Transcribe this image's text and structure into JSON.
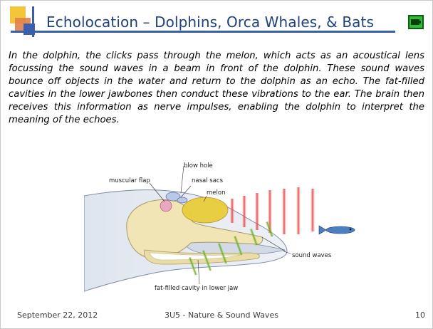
{
  "slide": {
    "title": "Echolocation – Dolphins, Orca Whales, & Bats",
    "body": "In the dolphin, the clicks pass through the melon, which acts as an acoustical lens focussing the sound waves in a beam in front of the dolphin.  These sound waves bounce off objects in the water and return to the dolphin as an echo.  The fat-filled cavities in the lower jawbones then conduct these vibrations to the ear.   The brain then receives this information as nerve impulses, enabling the dolphin to interpret the meaning of the echoes.",
    "sound_icon": "speaker-icon"
  },
  "diagram": {
    "labels": {
      "blow_hole": "blow hole",
      "muscular_flap": "muscular flap",
      "nasal_sacs": "nasal sacs",
      "melon": "melon",
      "sound_waves": "sound waves",
      "fat_cavity": "fat-filled cavity in lower jaw"
    }
  },
  "footer": {
    "date": "September 22, 2012",
    "course": "3U5 - Nature & Sound Waves",
    "page_number": "10"
  },
  "colors": {
    "title": "#20417f",
    "accent_blue": "#3b5ea9",
    "accent_yellow": "#f3c63a",
    "accent_orange": "#e1814a",
    "sound_green": "#2fbd36"
  }
}
